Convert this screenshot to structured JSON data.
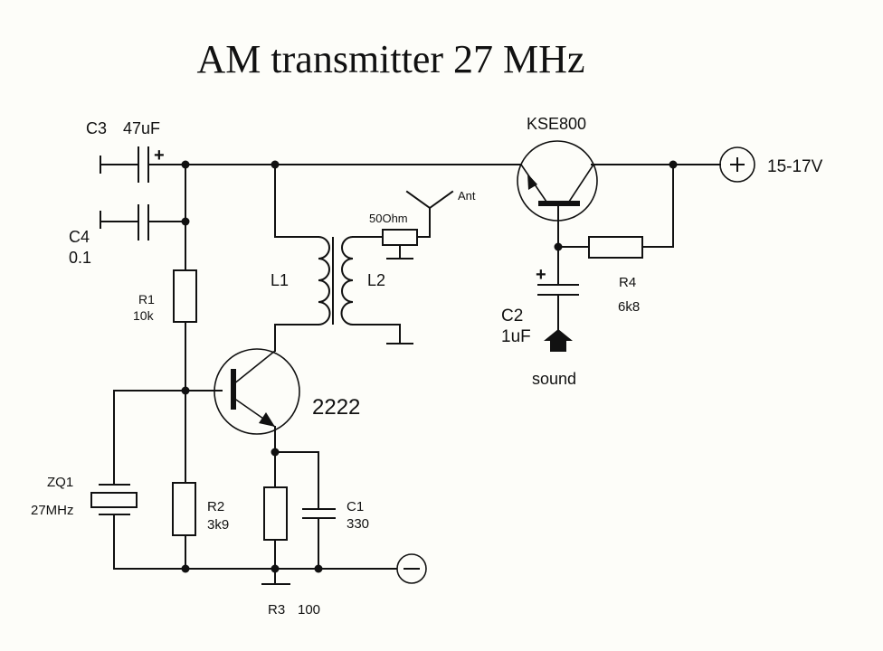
{
  "title": "AM transmitter 27 MHz",
  "components": {
    "c3": {
      "ref": "C3",
      "value": "47uF",
      "polarity": "+"
    },
    "c4": {
      "ref": "C4",
      "value": "0.1"
    },
    "r1": {
      "ref": "R1",
      "value": "10k"
    },
    "l1": {
      "ref": "L1"
    },
    "l2": {
      "ref": "L2"
    },
    "load": {
      "value": "50Ohm"
    },
    "antenna": {
      "label": "Ant"
    },
    "q1": {
      "value": "2222"
    },
    "q2": {
      "value": "KSE800"
    },
    "r4": {
      "ref": "R4",
      "value": "6k8"
    },
    "c2": {
      "ref": "C2",
      "value": "1uF",
      "polarity": "+"
    },
    "input": {
      "label": "sound"
    },
    "zq1": {
      "ref": "ZQ1",
      "value": "27MHz"
    },
    "r2": {
      "ref": "R2",
      "value": "3k9"
    },
    "r3": {
      "ref": "R3",
      "value": "100"
    },
    "c1": {
      "ref": "C1",
      "value": "330"
    },
    "supply": {
      "label": "15-17V",
      "positive_symbol": "+",
      "negative_symbol": "−"
    }
  }
}
